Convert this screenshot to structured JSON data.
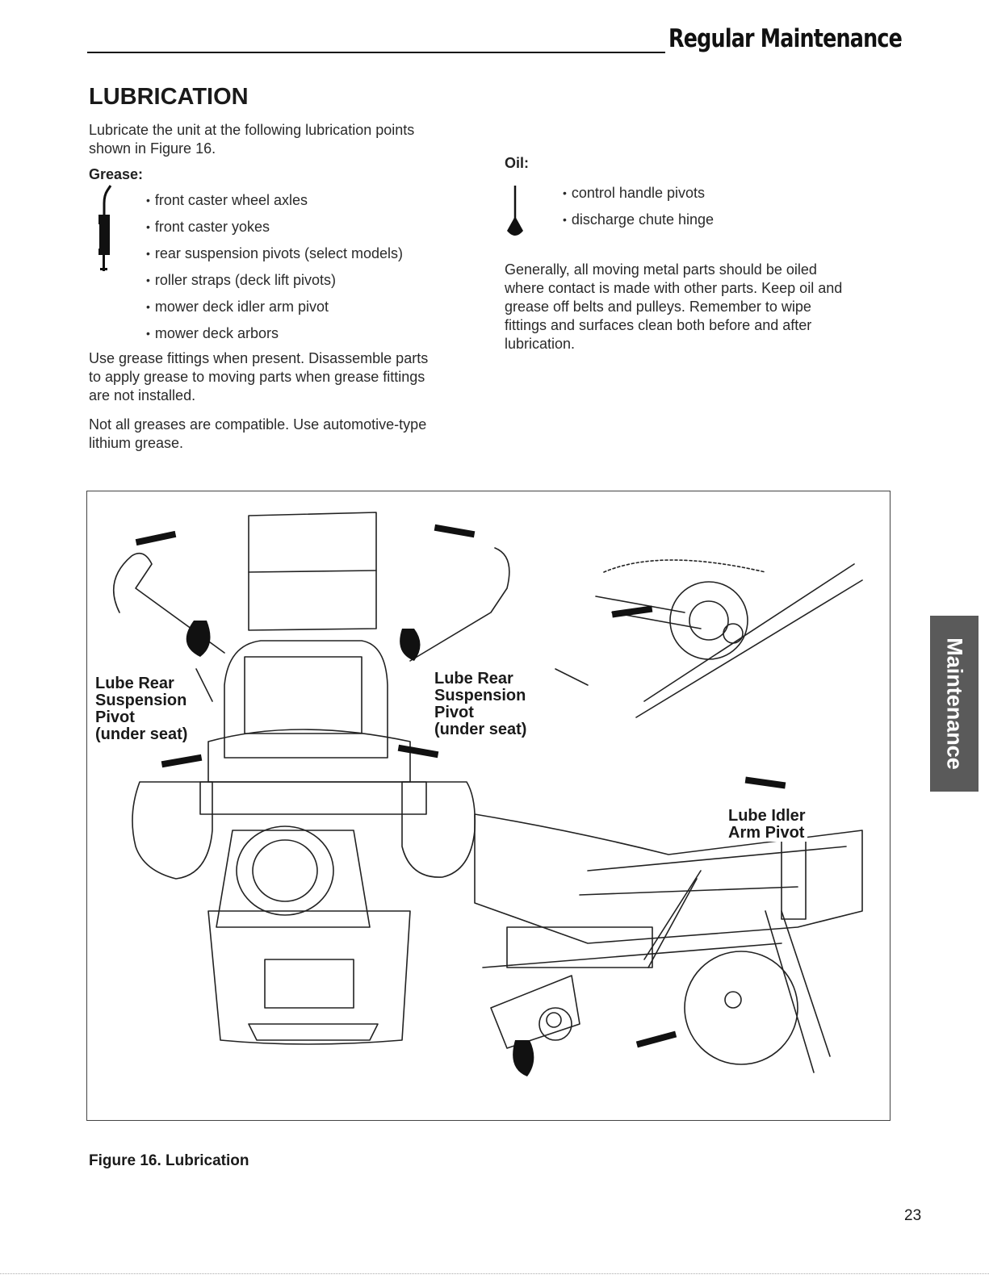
{
  "header": {
    "title": "Regular Maintenance"
  },
  "section": {
    "title": "LUBRICATION"
  },
  "intro": {
    "text_1": "Lubricate the unit at the following lubrication points",
    "text_2": "shown in Figure 16."
  },
  "grease": {
    "heading": "Grease:",
    "icon": "grease-gun-icon",
    "items": [
      "front caster wheel axles",
      "front caster yokes",
      "rear suspension pivots (select models)",
      "roller straps (deck lift pivots)",
      "mower deck idler arm pivot",
      "mower deck arbors"
    ],
    "fitting_note": [
      "Use grease fittings when present. Disassemble parts",
      "to apply grease to moving parts when grease fittings",
      "are not installed."
    ],
    "compat_note": [
      "Not all greases are compatible. Use automotive-type",
      "lithium grease."
    ]
  },
  "oil": {
    "heading": "Oil:",
    "icon": "oil-can-icon",
    "items": [
      "control handle pivots",
      "discharge chute hinge"
    ],
    "note": [
      "Generally, all moving metal parts should be oiled",
      "where contact is made with other parts. Keep oil and",
      "grease off belts and pulleys. Remember to wipe",
      "fittings and surfaces clean both before and after",
      "lubrication."
    ]
  },
  "figure": {
    "labels": {
      "left": [
        "Lube Rear",
        "Suspension",
        "Pivot",
        "(under seat)"
      ],
      "right": [
        "Lube Rear",
        "Suspension",
        "Pivot",
        "(under seat)"
      ],
      "idler": [
        "Lube Idler",
        "Arm Pivot"
      ]
    },
    "caption": "Figure 16. Lubrication"
  },
  "side_tab": {
    "label": "Maintenance"
  },
  "page_number": "23"
}
